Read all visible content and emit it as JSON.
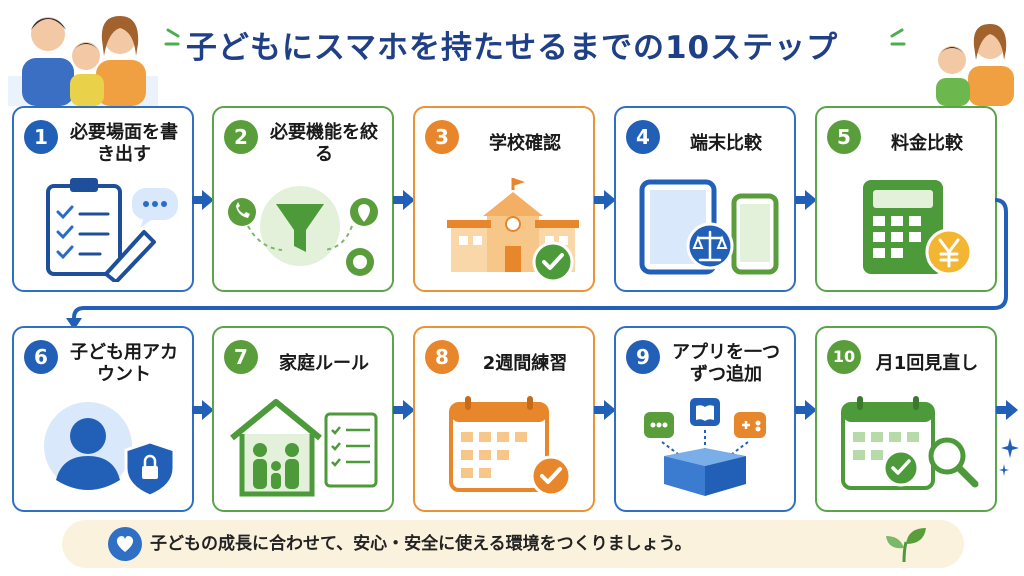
{
  "title": "子どもにスマホを持たせるまでの10ステップ",
  "steps": [
    {
      "num": "1",
      "label": "必要場面を書き出す"
    },
    {
      "num": "2",
      "label": "必要機能を絞る"
    },
    {
      "num": "3",
      "label": "学校確認"
    },
    {
      "num": "4",
      "label": "端末比較"
    },
    {
      "num": "5",
      "label": "料金比較"
    },
    {
      "num": "6",
      "label": "子ども用アカウント"
    },
    {
      "num": "7",
      "label": "家庭ルール"
    },
    {
      "num": "8",
      "label": "2週間練習"
    },
    {
      "num": "9",
      "label": "アプリを一つずつ追加"
    },
    {
      "num": "10",
      "label": "月1回見直し"
    }
  ],
  "footer": {
    "text": "子どもの成長に合わせて、安心・安全に使える環境をつくりましょう。"
  },
  "icons": [
    "family-icon",
    "clipboard-icon",
    "speech-bubble-icon",
    "pencil-icon",
    "phone-icon",
    "funnel-icon",
    "location-pin-icon",
    "chat-icon",
    "school-icon",
    "check-icon",
    "tablet-icon",
    "smartphone-icon",
    "scale-icon",
    "calculator-icon",
    "yen-coin-icon",
    "user-avatar-icon",
    "shield-lock-icon",
    "house-family-icon",
    "checklist-icon",
    "calendar-icon",
    "game-controller-icon",
    "book-icon",
    "box-icon",
    "magnifier-icon",
    "heart-icon",
    "leaf-icon",
    "sparkle-icon"
  ],
  "colors": {
    "blue": "#2260b8",
    "green": "#5a9e3c",
    "orange": "#e8862b",
    "title": "#1f3f86",
    "banner": "#fbf2de"
  }
}
